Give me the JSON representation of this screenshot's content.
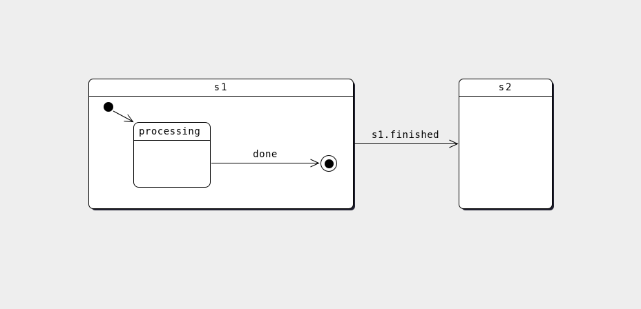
{
  "diagram": {
    "type": "uml-state-machine",
    "colors": {
      "background": "#eeeeee",
      "state_fill": "#ffffff",
      "stroke": "#000000",
      "shadow": "#0e0e1e"
    },
    "states": {
      "s1": {
        "label": "s1",
        "kind": "composite-state"
      },
      "s2": {
        "label": "s2",
        "kind": "state"
      },
      "processing": {
        "label": "processing",
        "kind": "substate",
        "parent": "s1"
      }
    },
    "markers": {
      "initial": "initial-state-icon",
      "final": "final-state-icon"
    },
    "transitions": [
      {
        "from": "initial",
        "to": "processing",
        "label": ""
      },
      {
        "from": "processing",
        "to": "final",
        "label": "done"
      },
      {
        "from": "s1",
        "to": "s2",
        "label": "s1.finished"
      }
    ]
  }
}
